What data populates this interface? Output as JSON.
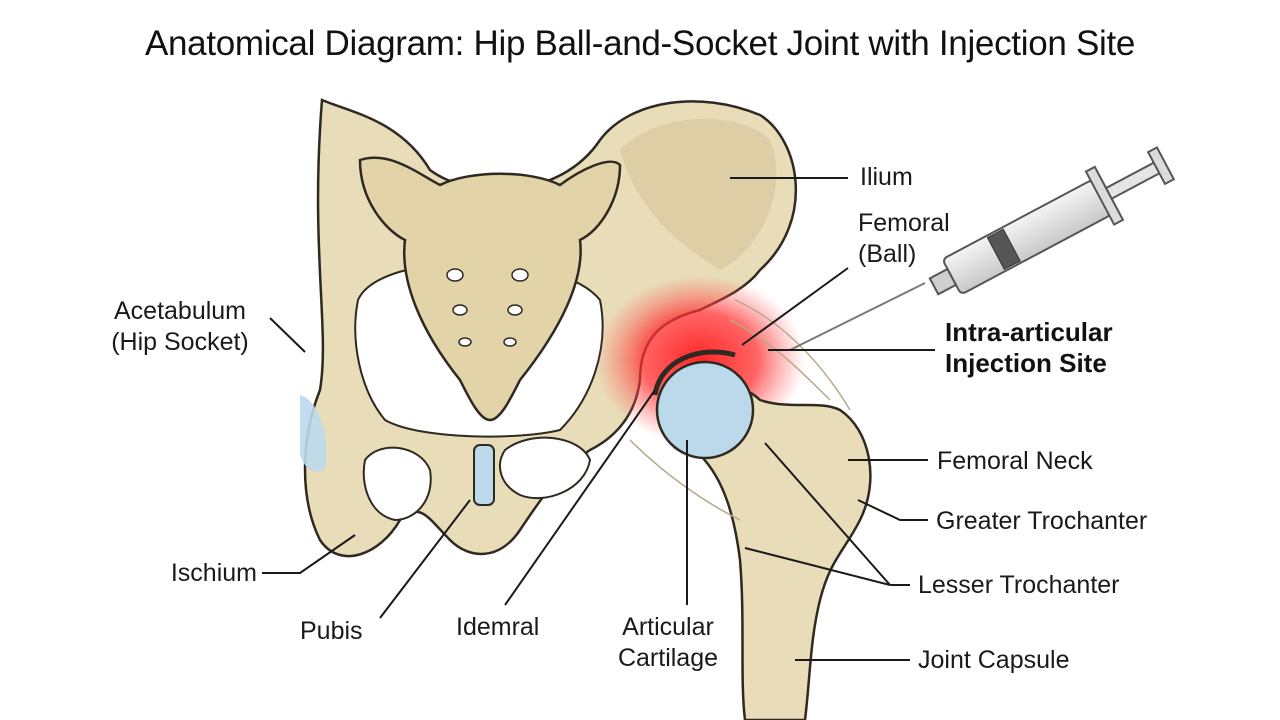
{
  "title": "Anatomical Diagram: Hip Ball-and-Socket Joint with Injection Site",
  "labels": {
    "ilium": "Ilium",
    "femoral_ball_line1": "Femoral",
    "femoral_ball_line2": "(Ball)",
    "acetabulum_line1": "Acetabulum",
    "acetabulum_line2": "(Hip Socket)",
    "injection_line1": "Intra-articular",
    "injection_line2": "Injection Site",
    "femoral_neck": "Femoral Neck",
    "greater_trochanter": "Greater Trochanter",
    "lesser_trochanter": "Lesser Trochanter",
    "joint_capsule": "Joint Capsule",
    "ischium": "Ischium",
    "pubis": "Pubis",
    "idemral": "Idemral",
    "articular_line1": "Articular",
    "articular_line2": "Cartilage"
  },
  "colors": {
    "bone": "#e9dcb8",
    "bone_shade": "#d7c597",
    "outline": "#2e2a22",
    "cartilage": "#bcd9ec",
    "inflammation": "#ff2a2a",
    "leader_line": "#1a1a1a"
  }
}
